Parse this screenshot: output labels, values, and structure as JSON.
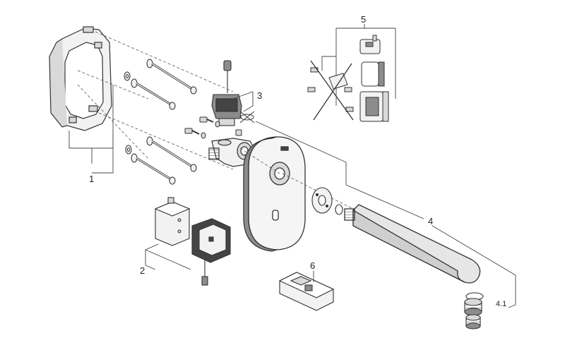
{
  "callouts": {
    "c1": "1",
    "c2": "2",
    "c3": "3",
    "c4": "4",
    "c41": "4.1",
    "c5": "5",
    "c6": "6"
  },
  "colors": {
    "line": "#333333",
    "fill_light": "#f2f2f2",
    "fill_mid": "#d9d9d9",
    "fill_dark": "#8c8c8c",
    "spout_fill": "#e6e6e6"
  }
}
